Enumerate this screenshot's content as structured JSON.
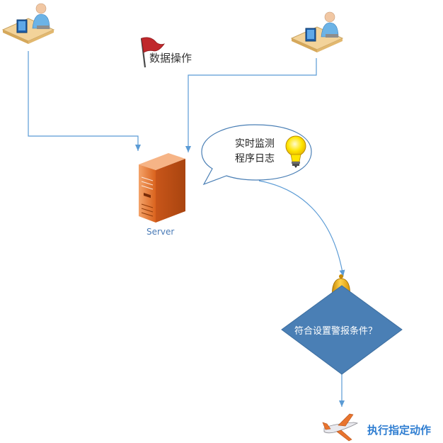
{
  "diagram": {
    "data_operation_label": "数据操作",
    "server_label": "Server",
    "monitor_line1": "实时监测",
    "monitor_line2": "程序日志",
    "condition_label": "符合设置警报条件？",
    "action_label": "执行指定动作",
    "colors": {
      "connector": "#5b9bd5",
      "server_orange": "#e8742e",
      "diamond_fill": "#4a7fb5",
      "action_text": "#2e7dd1",
      "bell_gold": "#f2b315",
      "bulb_yellow": "#ffe500",
      "flag_red": "#c0282c"
    },
    "icons": [
      "workstation-user-icon",
      "workstation-user-icon",
      "flag-icon",
      "server-icon",
      "lightbulb-icon",
      "bell-icon",
      "airplane-icon"
    ]
  }
}
